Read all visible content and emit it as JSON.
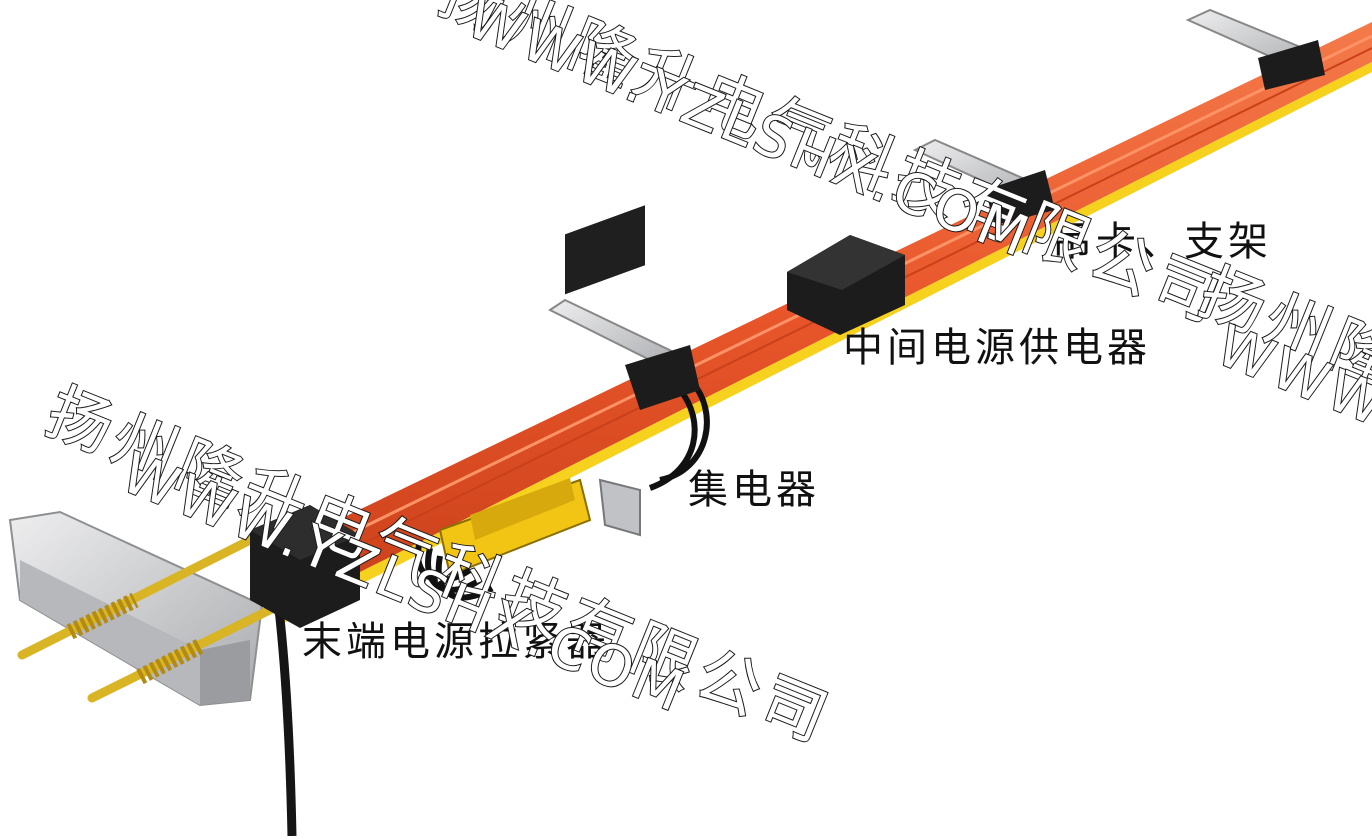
{
  "labels": {
    "hanger_bracket": "吊卡、支架",
    "middle_feeder": "中间电源供电器",
    "collector": "集电器",
    "end_tensioner": "末端电源拉紧器"
  },
  "watermarks": {
    "company": "扬州隆升电气科技有限公司",
    "url": "WWW.YZLSHX.COM",
    "partial_company": "扬州隆",
    "partial_url": "WWW"
  },
  "colors": {
    "rail_orange": "#e8552a",
    "rail_stripe": "#f6d21e",
    "bracket_silver": "#c7c9cc",
    "housing_black": "#1c1c1c",
    "collector_yellow": "#f2c515"
  }
}
